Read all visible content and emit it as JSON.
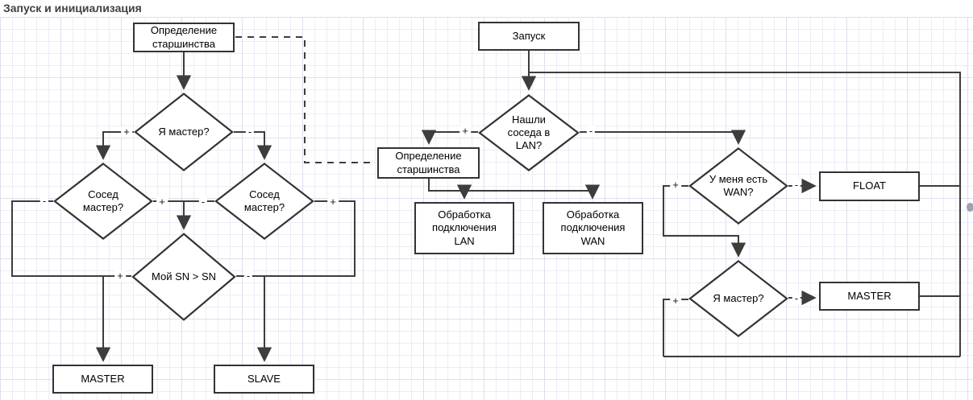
{
  "title": "Запуск и инициализация",
  "labels": {
    "plus": "+",
    "minus": "-"
  },
  "colors": {
    "line": "#3d3d3d",
    "shape_border": "#333333",
    "shape_fill": "#ffffff",
    "grid_minor": "#ececf7",
    "grid_major": "#dfdfee",
    "title_text": "#3e4347"
  },
  "nodes": {
    "seniority_top": {
      "type": "process",
      "label": "Определение\nстаршинства"
    },
    "am_i_master_left": {
      "type": "decision",
      "label": "Я мастер?"
    },
    "neighbor_master_left": {
      "type": "decision",
      "label": "Сосед\nмастер?"
    },
    "neighbor_master_right": {
      "type": "decision",
      "label": "Сосед\nмастер?"
    },
    "my_sn_gt_sn": {
      "type": "decision",
      "label": "Мой SN > SN"
    },
    "master_left": {
      "type": "process",
      "label": "MASTER"
    },
    "slave": {
      "type": "process",
      "label": "SLAVE"
    },
    "start": {
      "type": "process",
      "label": "Запуск"
    },
    "found_neighbor_lan": {
      "type": "decision",
      "label": "Нашли\nсоседа в\nLAN?"
    },
    "seniority_mid": {
      "type": "process",
      "label": "Определение\nстаршинства"
    },
    "lan_processing": {
      "type": "process",
      "label": "Обработка\nподключения\nLAN"
    },
    "wan_processing": {
      "type": "process",
      "label": "Обработка\nподключения\nWAN"
    },
    "have_wan": {
      "type": "decision",
      "label": "У меня есть\nWAN?"
    },
    "float_state": {
      "type": "process",
      "label": "FLOAT"
    },
    "am_i_master_right": {
      "type": "decision",
      "label": "Я мастер?"
    },
    "master_right": {
      "type": "process",
      "label": "MASTER"
    }
  }
}
